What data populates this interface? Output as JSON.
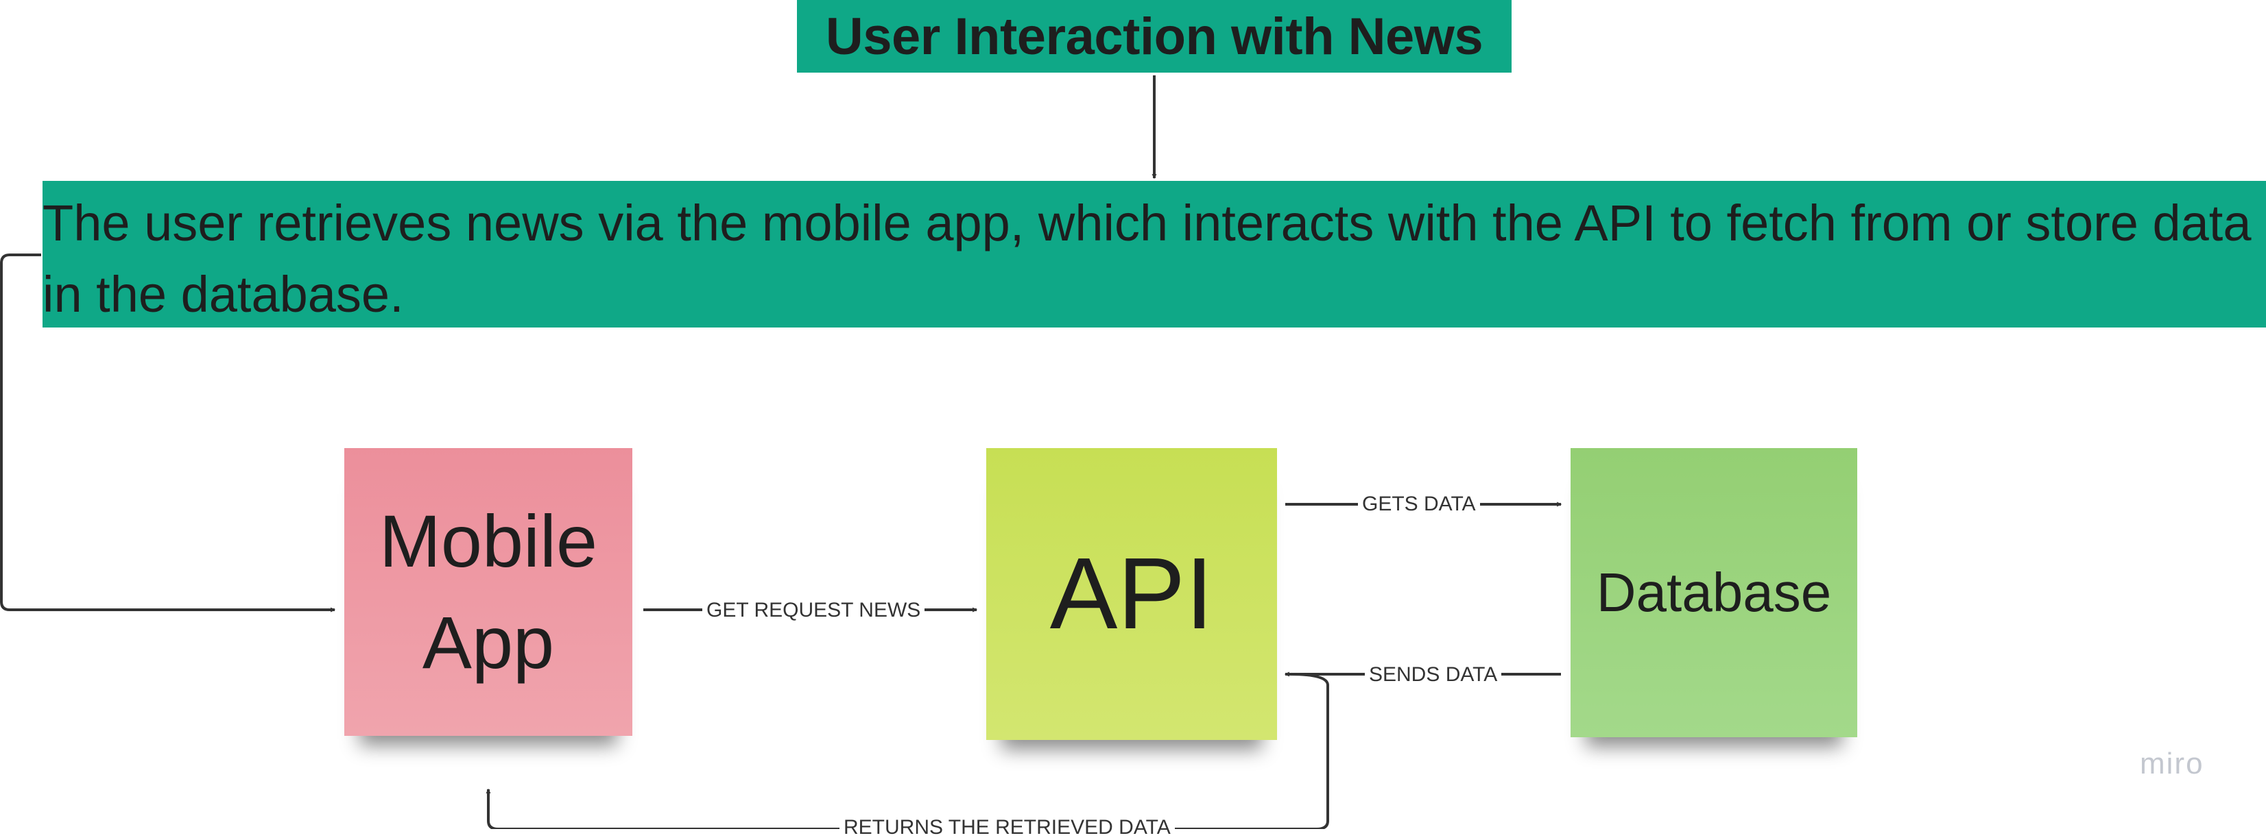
{
  "diagram": {
    "title": "User Interaction with News",
    "description": "The user retrieves news via the mobile app, which interacts with the API to fetch from or store data in the database.",
    "nodes": {
      "mobile_app": {
        "line1": "Mobile",
        "line2": "App",
        "color": "#ef98a3"
      },
      "api": {
        "label": "API",
        "color": "#cce25f"
      },
      "database": {
        "label": "Database",
        "color": "#9bd47e"
      }
    },
    "edges": {
      "get_request_news": "GET REQUEST NEWS",
      "gets_data": "GETS DATA",
      "sends_data": "SENDS DATA",
      "returns_data": "RETURNS THE RETRIEVED DATA"
    },
    "accent_color": "#0fa887"
  },
  "watermark": "miro"
}
